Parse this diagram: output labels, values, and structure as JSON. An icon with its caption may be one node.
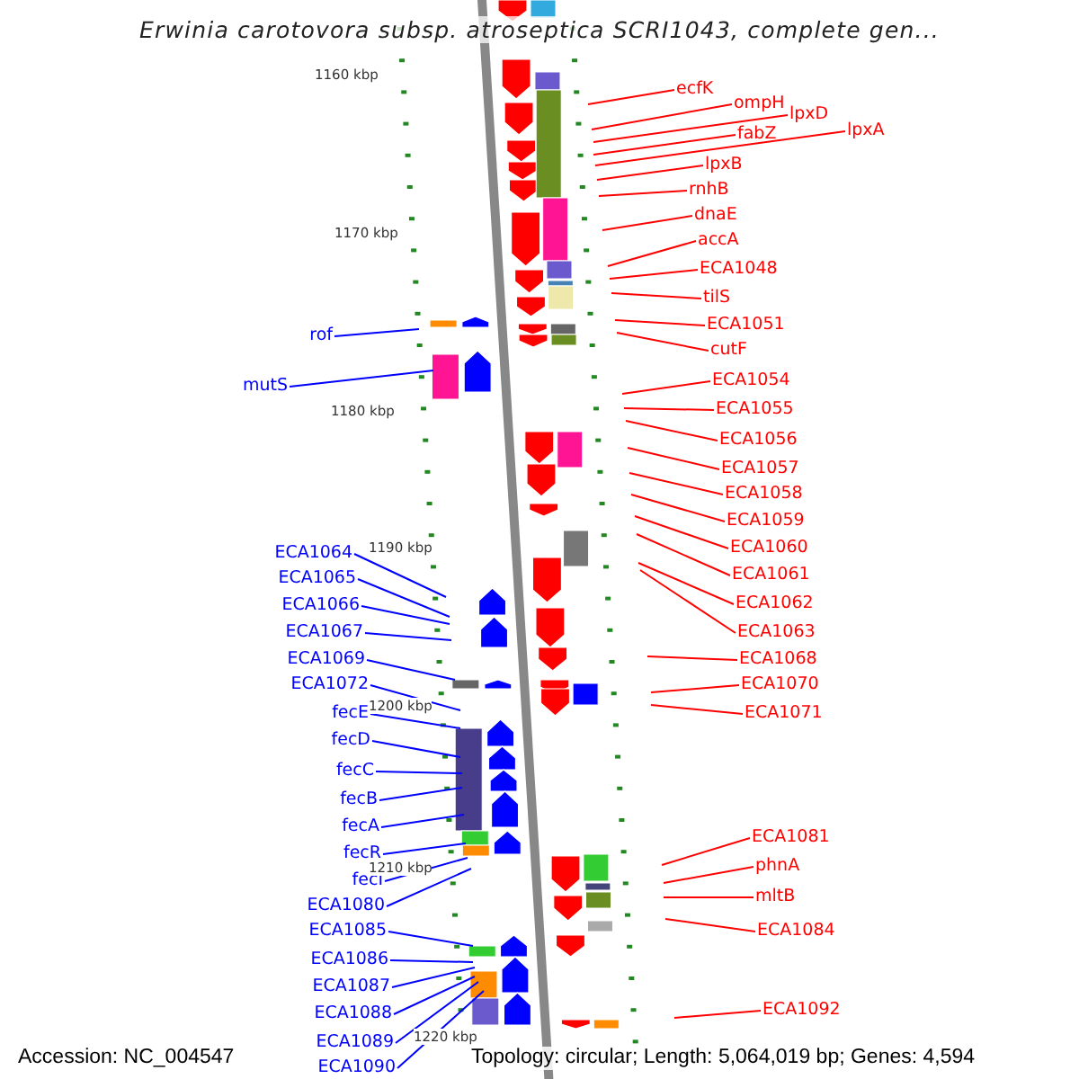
{
  "diagram": {
    "title": "Erwinia carotovora subsp. atroseptica SCRI1043, complete gen...",
    "nodes": [
      {
        "text": [
          "ecfK"
        ]
      },
      {
        "text": [
          "ompH"
        ]
      },
      {
        "text": [
          "lpxD"
        ]
      },
      {
        "text": [
          "lpxA"
        ]
      },
      {
        "text": [
          "fabZ"
        ]
      },
      {
        "text": [
          "lpxB"
        ]
      },
      {
        "text": [
          "rnhB"
        ]
      },
      {
        "text": [
          "dnaE"
        ]
      },
      {
        "text": [
          "accA"
        ]
      },
      {
        "text": [
          "ECA1048"
        ]
      },
      {
        "text": [
          "tilS"
        ]
      },
      {
        "text": [
          "ECA1051"
        ]
      },
      {
        "text": [
          "rof"
        ]
      },
      {
        "text": [
          "cutF"
        ]
      },
      {
        "text": [
          "ECA1054"
        ]
      },
      {
        "text": [
          "mutS"
        ]
      },
      {
        "text": [
          "ECA1055"
        ]
      },
      {
        "text": [
          "ECA1056"
        ]
      },
      {
        "text": [
          "ECA1057"
        ]
      },
      {
        "text": [
          "ECA1058"
        ]
      },
      {
        "text": [
          "ECA1059"
        ]
      },
      {
        "text": [
          "ECA1060"
        ]
      },
      {
        "text": [
          "ECA1064"
        ]
      },
      {
        "text": [
          "ECA1061"
        ]
      },
      {
        "text": [
          "ECA1065"
        ]
      },
      {
        "text": [
          "ECA1062"
        ]
      },
      {
        "text": [
          "ECA1066"
        ]
      },
      {
        "text": [
          "ECA1063"
        ]
      },
      {
        "text": [
          "ECA1067"
        ]
      },
      {
        "text": [
          "ECA1068"
        ]
      },
      {
        "text": [
          "ECA1069"
        ]
      },
      {
        "text": [
          "ECA1070"
        ]
      },
      {
        "text": [
          "ECA1072"
        ]
      },
      {
        "text": [
          "ECA1071"
        ]
      },
      {
        "text": [
          "fecE"
        ]
      },
      {
        "text": [
          "fecD"
        ]
      },
      {
        "text": [
          "fecC"
        ]
      },
      {
        "text": [
          "fecB"
        ]
      },
      {
        "text": [
          "fecA"
        ]
      },
      {
        "text": [
          "ECA1081"
        ]
      },
      {
        "text": [
          "fecR"
        ]
      },
      {
        "text": [
          "phnA"
        ]
      },
      {
        "text": [
          "fecI"
        ]
      },
      {
        "text": [
          "mltB"
        ]
      },
      {
        "text": [
          "ECA1080"
        ]
      },
      {
        "text": [
          "ECA1085"
        ]
      },
      {
        "text": [
          "ECA1084"
        ]
      },
      {
        "text": [
          "ECA1086"
        ]
      },
      {
        "text": [
          "ECA1087"
        ]
      },
      {
        "text": [
          "ECA1092"
        ]
      },
      {
        "text": [
          "ECA1088"
        ]
      },
      {
        "text": [
          "ECA1089"
        ]
      },
      {
        "text": [
          "ECA1090"
        ]
      }
    ],
    "edges": [
      {
        "from": 0,
        "to": null,
        "arrow": "none"
      },
      {
        "from": 1,
        "to": null,
        "arrow": "none"
      },
      {
        "from": 2,
        "to": null,
        "arrow": "none"
      },
      {
        "from": 3,
        "to": null,
        "arrow": "none"
      },
      {
        "from": 4,
        "to": null,
        "arrow": "none"
      },
      {
        "from": 5,
        "to": null,
        "arrow": "none"
      },
      {
        "from": 6,
        "to": null,
        "arrow": "none"
      },
      {
        "from": 7,
        "to": null,
        "arrow": "none"
      },
      {
        "from": 8,
        "to": null,
        "arrow": "none"
      },
      {
        "from": 9,
        "to": null,
        "arrow": "none"
      },
      {
        "from": 10,
        "to": null,
        "arrow": "none"
      },
      {
        "from": 11,
        "to": null,
        "arrow": "none"
      },
      {
        "from": 12,
        "to": null,
        "arrow": "none",
        "color": "#0000ff"
      },
      {
        "from": 13,
        "to": null,
        "arrow": "none"
      },
      {
        "from": 14,
        "to": null,
        "arrow": "none"
      },
      {
        "from": 15,
        "to": null,
        "arrow": "none",
        "color": "#0000ff"
      },
      {
        "from": 16,
        "to": null,
        "arrow": "none"
      },
      {
        "from": 17,
        "to": null,
        "arrow": "none"
      },
      {
        "from": 18,
        "to": null,
        "arrow": "none"
      },
      {
        "from": 19,
        "to": null,
        "arrow": "none"
      },
      {
        "from": 20,
        "to": null,
        "arrow": "none"
      },
      {
        "from": 21,
        "to": null,
        "arrow": "none"
      },
      {
        "from": 22,
        "to": null,
        "arrow": "none",
        "color": "#0000ff"
      },
      {
        "from": 23,
        "to": null,
        "arrow": "none"
      },
      {
        "from": 24,
        "to": null,
        "arrow": "none",
        "color": "#0000ff"
      },
      {
        "from": 25,
        "to": null,
        "arrow": "none"
      },
      {
        "from": 26,
        "to": null,
        "arrow": "none",
        "color": "#0000ff"
      },
      {
        "from": 27,
        "to": null,
        "arrow": "none"
      },
      {
        "from": 28,
        "to": null,
        "arrow": "none",
        "color": "#0000ff"
      },
      {
        "from": 29,
        "to": null,
        "arrow": "none"
      },
      {
        "from": 30,
        "to": null,
        "arrow": "none",
        "color": "#0000ff"
      },
      {
        "from": 31,
        "to": null,
        "arrow": "none"
      },
      {
        "from": 32,
        "to": null,
        "arrow": "none",
        "color": "#0000ff"
      },
      {
        "from": 33,
        "to": null,
        "arrow": "none"
      },
      {
        "from": 34,
        "to": null,
        "arrow": "none",
        "color": "#0000ff"
      },
      {
        "from": 35,
        "to": null,
        "arrow": "none",
        "color": "#0000ff"
      },
      {
        "from": 36,
        "to": null,
        "arrow": "none",
        "color": "#0000ff"
      },
      {
        "from": 37,
        "to": null,
        "arrow": "none",
        "color": "#0000ff"
      },
      {
        "from": 38,
        "to": null,
        "arrow": "none",
        "color": "#0000ff"
      },
      {
        "from": 39,
        "to": null,
        "arrow": "none"
      },
      {
        "from": 40,
        "to": null,
        "arrow": "none",
        "color": "#0000ff"
      },
      {
        "from": 41,
        "to": null,
        "arrow": "none"
      },
      {
        "from": 42,
        "to": null,
        "arrow": "none",
        "color": "#0000ff"
      },
      {
        "from": 43,
        "to": null,
        "arrow": "none"
      },
      {
        "from": 44,
        "to": null,
        "arrow": "none",
        "color": "#0000ff"
      },
      {
        "from": 45,
        "to": null,
        "arrow": "none",
        "color": "#0000ff"
      },
      {
        "from": 46,
        "to": null,
        "arrow": "none"
      },
      {
        "from": 47,
        "to": null,
        "arrow": "none",
        "color": "#0000ff"
      },
      {
        "from": 48,
        "to": null,
        "arrow": "none",
        "color": "#0000ff"
      },
      {
        "from": 49,
        "to": null,
        "arrow": "none"
      },
      {
        "from": 50,
        "to": null,
        "arrow": "none",
        "color": "#0000ff"
      },
      {
        "from": 51,
        "to": null,
        "arrow": "none",
        "color": "#0000ff"
      },
      {
        "from": 52,
        "to": null,
        "arrow": "none",
        "color": "#0000ff"
      }
    ],
    "labels": [
      "1160 kbp",
      "1170 kbp",
      "1180 kbp",
      "1190 kbp",
      "1200 kbp",
      "1210 kbp",
      "1220 kbp",
      "Accession: NC_004547",
      "Topology: circular; Length: 5,064,019 bp; Genes: 4,594"
    ]
  }
}
